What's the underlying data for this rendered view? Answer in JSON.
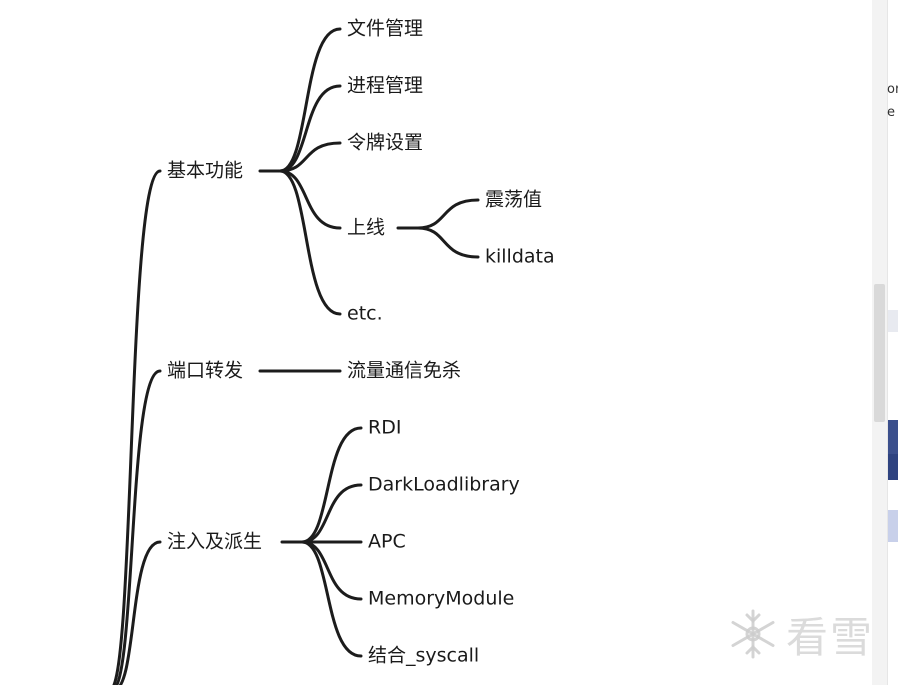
{
  "mindmap": {
    "branches": [
      {
        "label": "基本功能",
        "children": [
          {
            "label": "文件管理"
          },
          {
            "label": "进程管理"
          },
          {
            "label": "令牌设置"
          },
          {
            "label": "上线",
            "children": [
              {
                "label": "震荡值"
              },
              {
                "label": "killdata"
              }
            ]
          },
          {
            "label": "etc."
          }
        ]
      },
      {
        "label": "端口转发",
        "children": [
          {
            "label": "流量通信免杀"
          }
        ]
      },
      {
        "label": "注入及派生",
        "children": [
          {
            "label": "RDI"
          },
          {
            "label": "DarkLoadlibrary"
          },
          {
            "label": "APC"
          },
          {
            "label": "MemoryModule"
          },
          {
            "label": "结合_syscall"
          }
        ]
      }
    ]
  },
  "right_fragment": {
    "line1": "or",
    "line2": "e"
  },
  "watermark": {
    "text": "看雪",
    "icon": "snowflake-icon"
  },
  "colors": {
    "line": "#1c1c1c",
    "text": "#1a1a1a",
    "accent_blue": "#3b4f8c",
    "accent_light": "#c8d0ea"
  }
}
